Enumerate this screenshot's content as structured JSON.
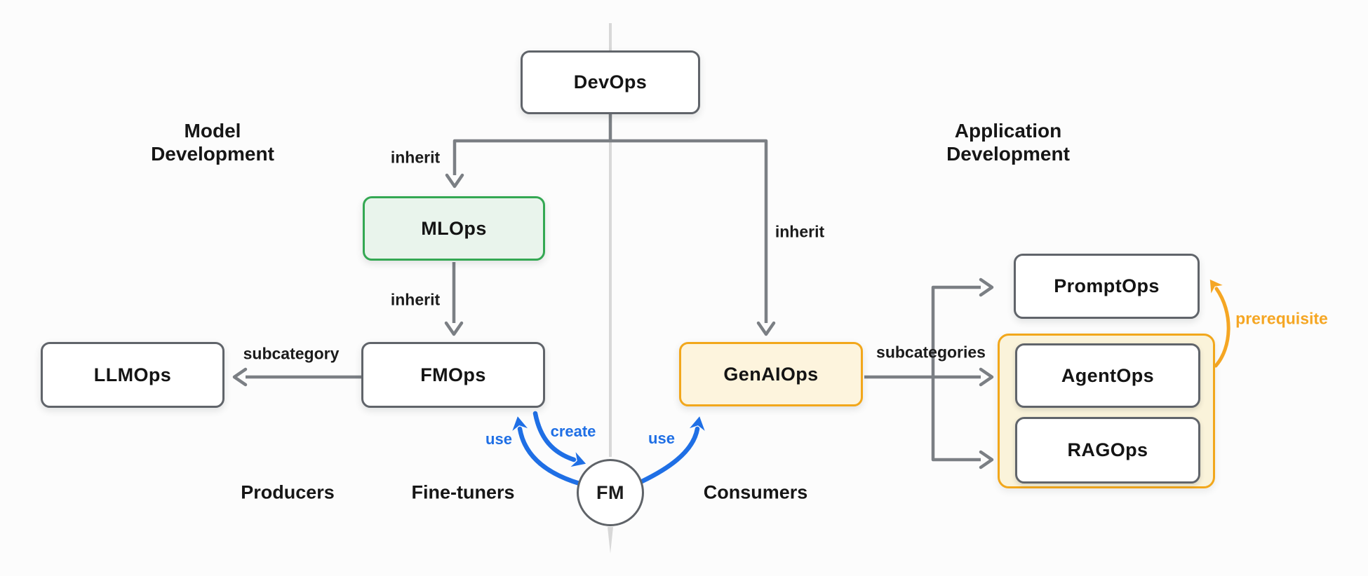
{
  "diagram": {
    "section_labels": {
      "model_development": "Model Development",
      "application_development": "Application Development"
    },
    "nodes": {
      "devops": "DevOps",
      "mlops": "MLOps",
      "llmops": "LLMOps",
      "fmops": "FMOps",
      "genaiops": "GenAIOps",
      "promptops": "PromptOps",
      "agentops": "AgentOps",
      "ragops": "RAGOps",
      "fm": "FM"
    },
    "edge_labels": {
      "inherit_devops_mlops": "inherit",
      "inherit_mlops_fmops": "inherit",
      "inherit_devops_genaiops": "inherit",
      "subcategory": "subcategory",
      "subcategories": "subcategories",
      "prerequisite": "prerequisite",
      "use_left": "use",
      "create": "create",
      "use_right": "use"
    },
    "role_labels": {
      "producers": "Producers",
      "fine_tuners": "Fine-tuners",
      "consumers": "Consumers"
    },
    "colors": {
      "box_border_gray": "#60646a",
      "arrow_gray": "#7b7f84",
      "green_border": "#34a853",
      "green_fill": "#e9f4ec",
      "orange_border": "#f2a71b",
      "yellow_fill": "#fdf4dd",
      "group_fill": "#faf3da",
      "blue": "#1f6fe5",
      "orange_label": "#f5a623",
      "center_line": "#d8d8d8",
      "background": "#fcfcfc"
    }
  }
}
